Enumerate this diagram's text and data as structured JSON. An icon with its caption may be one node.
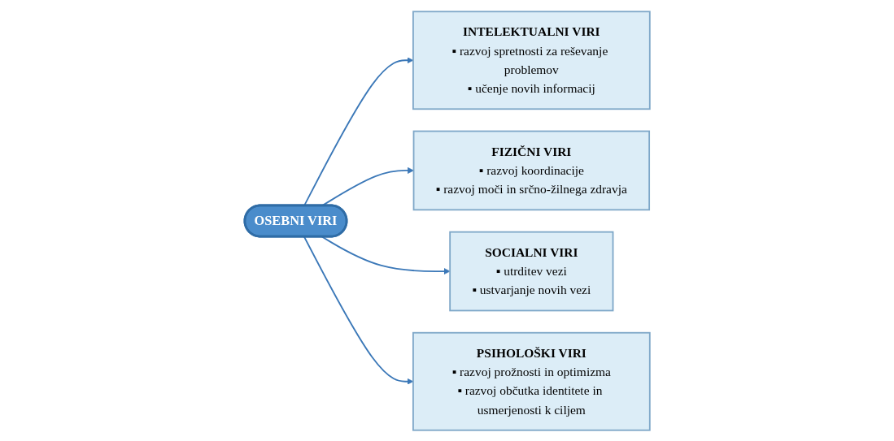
{
  "diagram": {
    "nodes": [
      {
        "text": [
          "INTELEKTUALNI VIRI",
          "▪ razvoj spretnosti za reševanje problemov",
          "▪ učenje novih informacij"
        ]
      },
      {
        "text": [
          "FIZIČNI VIRI",
          "▪ razvoj koordinacije",
          "▪ razvoj moči in srčno-žilnega zdravja"
        ]
      },
      {
        "text": [
          "OSEBNI VIRI"
        ]
      },
      {
        "text": [
          "SOCIALNI VIRI",
          "▪ utrditev vezi",
          "▪ ustvarjanje novih vezi"
        ]
      },
      {
        "text": [
          "PSIHOLOŠKI VIRI",
          "▪ razvoj prožnosti in optimizma",
          "▪ razvoj občutka identitete in usmerjenosti k ciljem"
        ]
      }
    ],
    "edges": [
      {
        "from": 2,
        "to": 0,
        "arrow": "to"
      },
      {
        "from": 2,
        "to": 1,
        "arrow": "to"
      },
      {
        "from": 2,
        "to": 3,
        "arrow": "to"
      },
      {
        "from": 2,
        "to": 4,
        "arrow": "to"
      }
    ]
  }
}
